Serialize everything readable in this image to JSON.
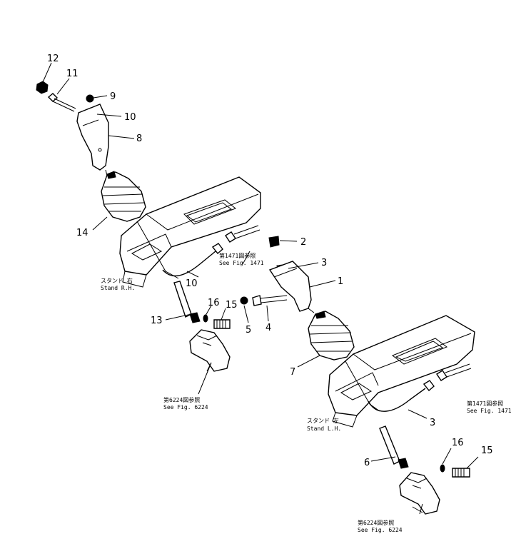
{
  "callouts": {
    "c1": "1",
    "c2": "2",
    "c3a": "3",
    "c3b": "3",
    "c4": "4",
    "c5": "5",
    "c6": "6",
    "c7": "7",
    "c8": "8",
    "c9": "9",
    "c10a": "10",
    "c10b": "10",
    "c11": "11",
    "c12": "12",
    "c13": "13",
    "c14": "14",
    "c15a": "15",
    "c15b": "15",
    "c16a": "16",
    "c16b": "16"
  },
  "notes": {
    "fig1471_upper_jp": "第1471図参照",
    "fig1471_upper_en": "See Fig. 1471",
    "stand_rh_jp": "スタンド 右",
    "stand_rh_en": "Stand R.H.",
    "fig6224_upper_jp": "第6224図参照",
    "fig6224_upper_en": "See Fig. 6224",
    "fig1471_lower_jp": "第1471図参照",
    "fig1471_lower_en": "See Fig. 1471",
    "stand_lh_jp": "スタンド 左",
    "stand_lh_en": "Stand L.H.",
    "fig6224_lower_jp": "第6224図参照",
    "fig6224_lower_en": "See Fig. 6224"
  }
}
